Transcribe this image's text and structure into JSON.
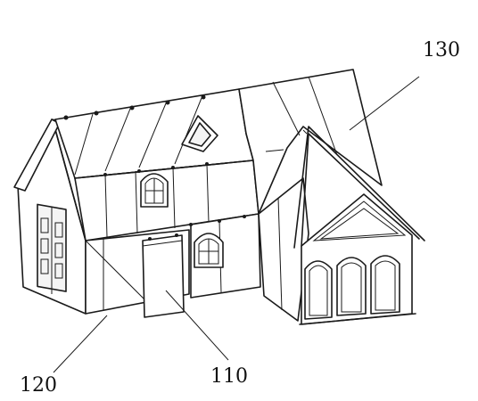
{
  "labels": {
    "l130": "130",
    "l120": "120",
    "l110": "110"
  }
}
